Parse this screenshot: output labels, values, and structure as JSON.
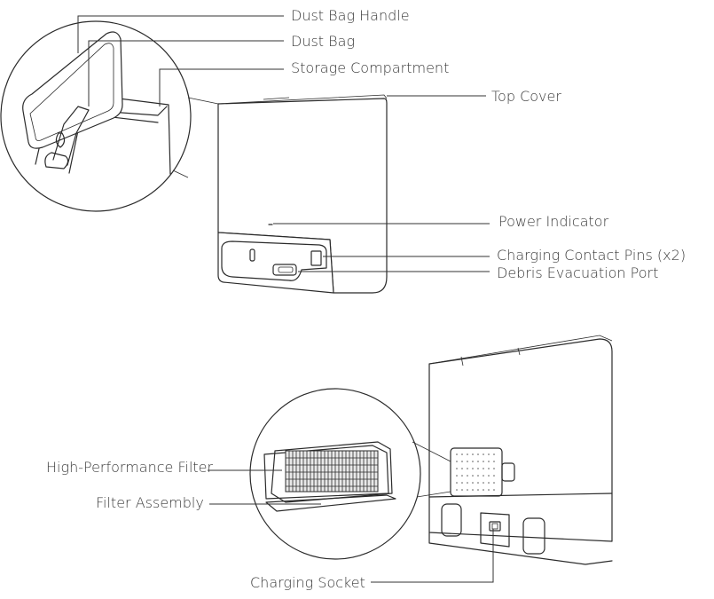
{
  "labels": {
    "dust_bag_handle": "Dust Bag Handle",
    "dust_bag": "Dust Bag",
    "storage_compartment": "Storage Compartment",
    "top_cover": "Top Cover",
    "power_indicator": "Power Indicator",
    "charging_contact_pins": "Charging Contact Pins (x2)",
    "debris_evacuation_port": "Debris Evacuation Port",
    "high_performance_filter": "High-Performance Filter",
    "filter_assembly": "Filter Assembly",
    "charging_socket": "Charging Socket"
  }
}
